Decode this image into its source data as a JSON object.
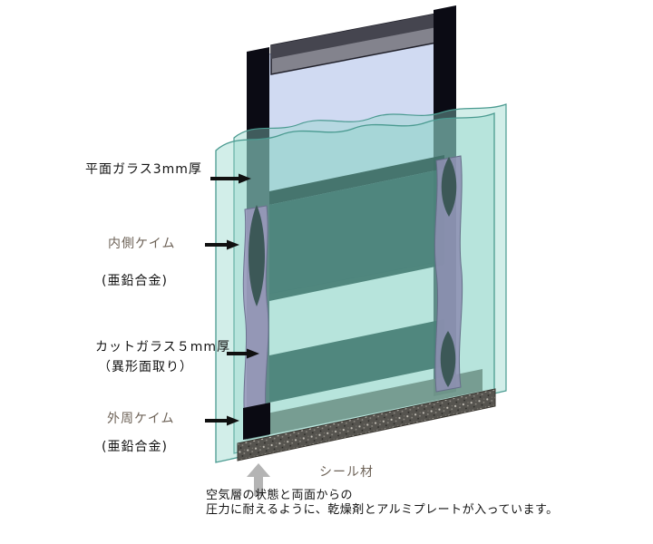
{
  "labels": {
    "flat_glass": "平面ガラス3mm厚",
    "inner_came": "内側ケイム",
    "inner_came_sub": "(亜鉛合金)",
    "cut_glass": "カットガラス５mm厚",
    "cut_glass_sub": "（異形面取り）",
    "outer_came": "外周ケイム",
    "outer_came_sub": "(亜鉛合金)",
    "seal": "シール材"
  },
  "caption": {
    "line1": "空気層の状態と両面からの",
    "line2": "圧力に耐えるように、乾燥剤とアルミプレートが入っています。"
  },
  "colors": {
    "glass_teal": "#8fd4c9",
    "glass_edge": "#4a9a90",
    "cut_glass_dark": "#1d4b44",
    "came_purple_left": "#a571b5",
    "came_purple_right": "#8e62a4",
    "frame_black": "#0b0b14",
    "panel_blue": "#ccd7f1",
    "top_bar_gray": "#83838d",
    "seal_speckle_gray": "#56544f",
    "aluminum_band_green": "#5c6b60",
    "label_muted": "#6e6358",
    "pointer_black": "#101010",
    "up_arrow_gray": "#b4b4b4"
  },
  "icons": {
    "label_pointers": "arrow-right-icon",
    "seal_pointer": "arrow-up-icon"
  }
}
